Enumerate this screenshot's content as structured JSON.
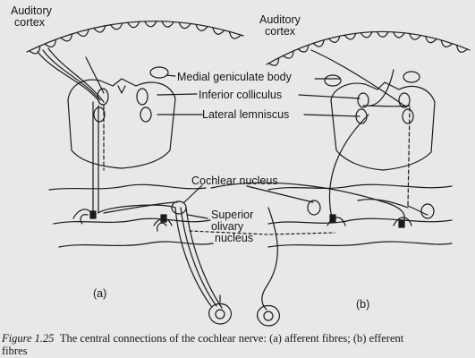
{
  "labels": {
    "auditory_cortex_left": [
      "Auditory",
      "cortex"
    ],
    "auditory_cortex_right": [
      "Auditory",
      "cortex"
    ],
    "medial_geniculate_body": "Medial geniculate body",
    "inferior_colliculus": "Inferior colliculus",
    "lateral_lemniscus": "Lateral lemniscus",
    "cochlear_nucleus": "Cochlear nucleus",
    "superior_olivary_nucleus": [
      "Superior",
      "olivary",
      "nucleus"
    ],
    "panel_a": "(a)",
    "panel_b": "(b)"
  },
  "caption": {
    "figure_number": "Figure 1.25",
    "line1": "The central connections of the cochlear nerve: (a) afferent fibres; (b) efferent",
    "line2": "fibres"
  },
  "colors": {
    "background": "#e9e7ea",
    "ink": "#1a1a1a"
  }
}
